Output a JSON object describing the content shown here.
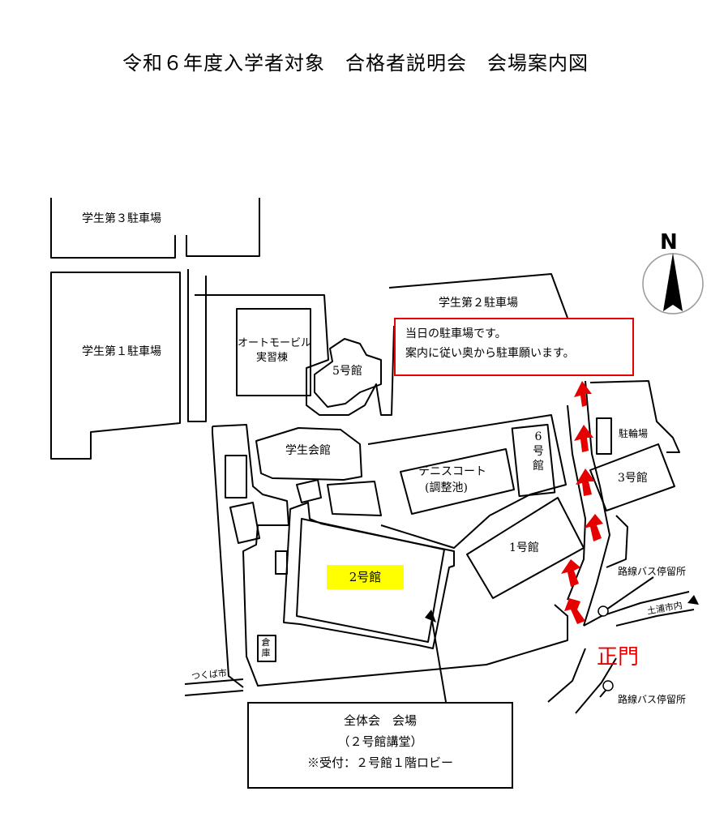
{
  "title": "令和６年度入学者対象　合格者説明会　会場案内図",
  "places": {
    "parking3": "学生第３駐車場",
    "parking1": "学生第１駐車場",
    "parking2": "学生第２駐車場",
    "auto_line1": "オートモービル",
    "auto_line2": "実習棟",
    "bldg5": "5号館",
    "student_hall": "学生会館",
    "tennis_line1": "テニスコート",
    "tennis_line2": "(調整池)",
    "bldg6_c1": "6",
    "bldg6_c2": "号",
    "bldg6_c3": "館",
    "bldg3": "3号館",
    "bldg1": "1号館",
    "bldg2": "2号館",
    "bike": "駐輪場",
    "warehouse_c1": "倉",
    "warehouse_c2": "庫",
    "bus_stop_upper": "路線バス停留所",
    "bus_stop_lower": "路線バス停留所",
    "tsuchiura": "土浦市内",
    "tsukuba": "つくば市",
    "main_gate": "正門",
    "north": "N"
  },
  "parking_note": {
    "line1": "当日の駐車場です。",
    "line2": "案内に従い奥から駐車願います。"
  },
  "venue_box": {
    "line1": "全体会　会場",
    "line2": "（２号館講堂）",
    "line3": "※受付：２号館１階ロビー"
  },
  "colors": {
    "arrow": "#e60000",
    "note_border": "#e60000",
    "highlight": "#ffff00",
    "gate_text": "#e60000"
  }
}
